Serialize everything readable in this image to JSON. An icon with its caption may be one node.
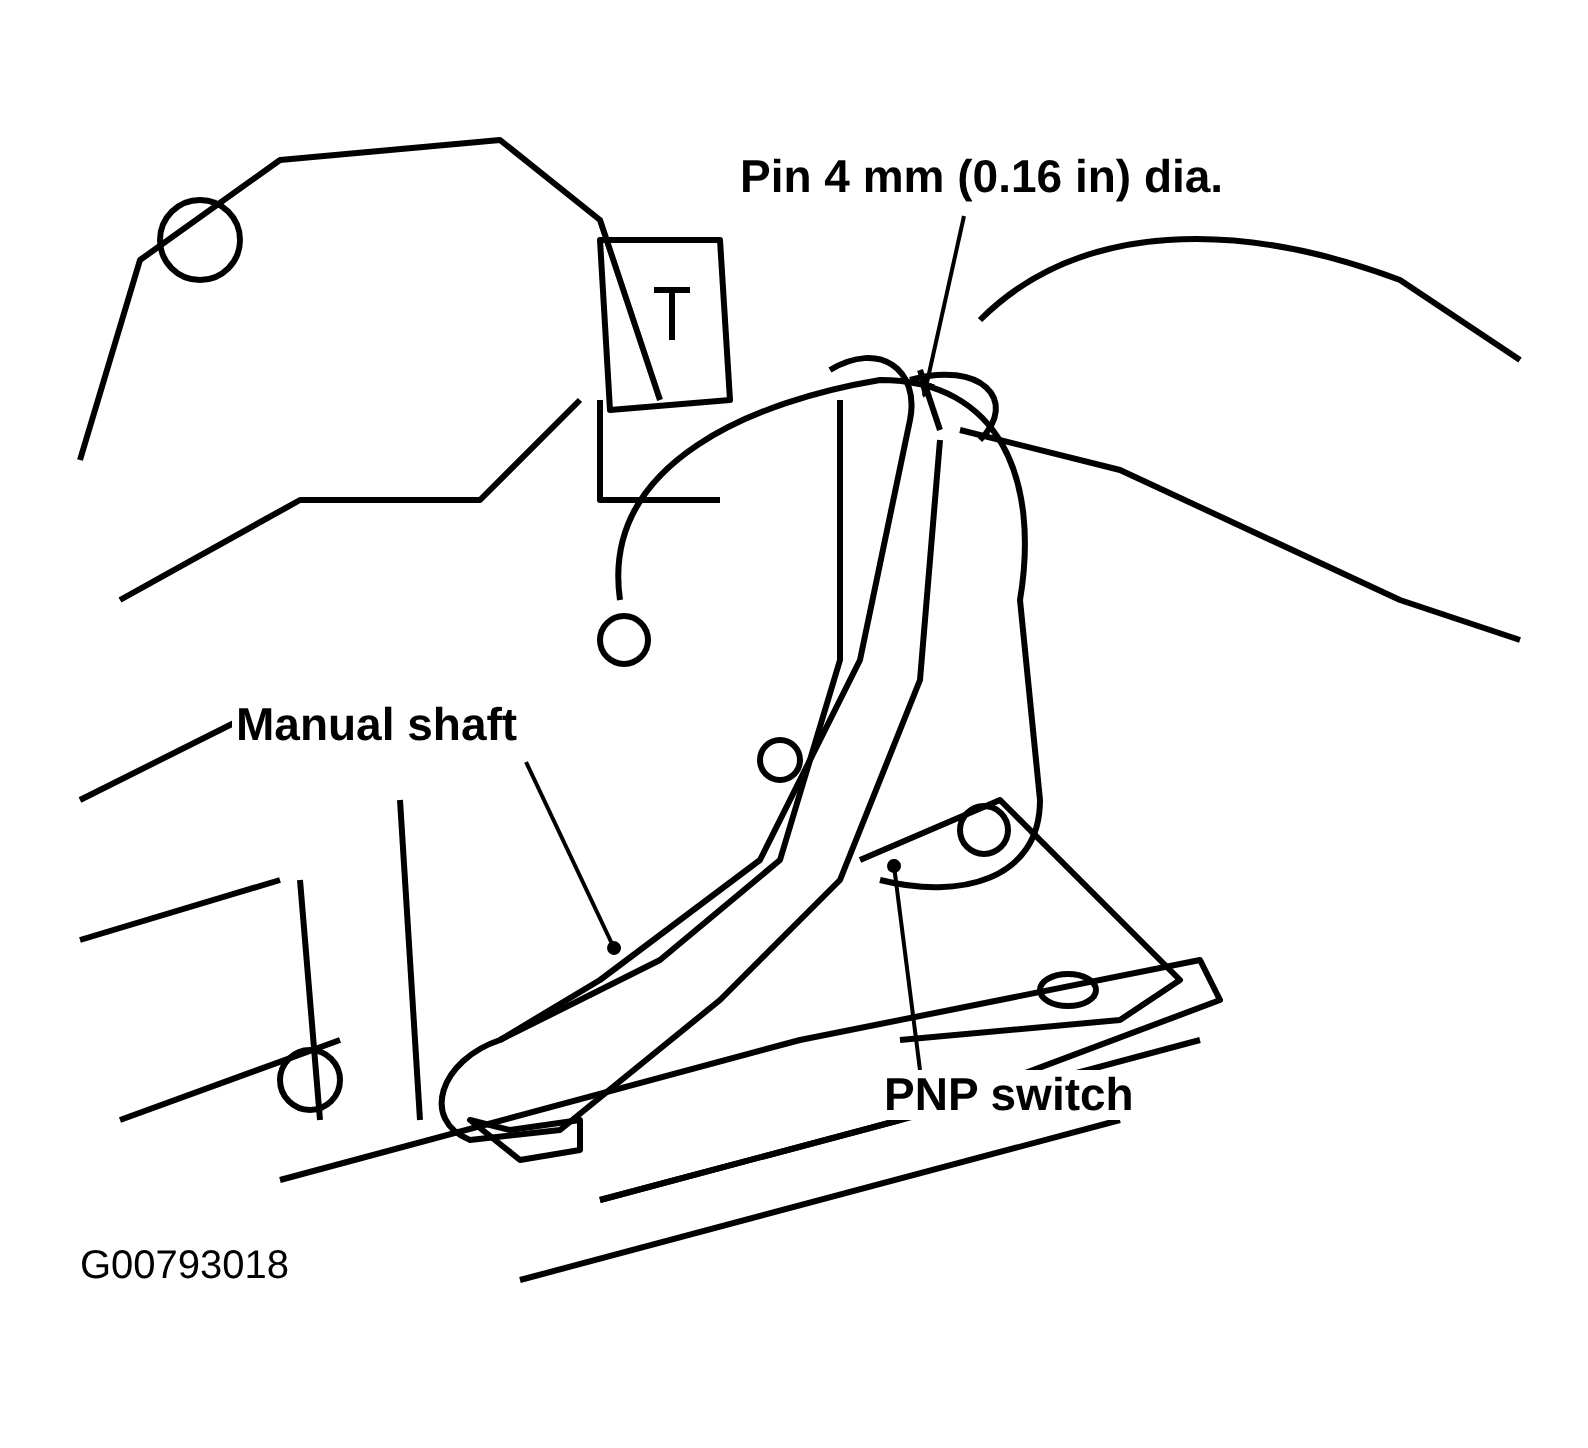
{
  "diagram": {
    "nodes": [
      {
        "text": [
          "Pin 4 mm (0.16 in) dia."
        ]
      },
      {
        "text": [
          "Manual shaft"
        ]
      },
      {
        "text": [
          "PNP switch"
        ]
      }
    ],
    "edges": [
      {
        "from": 0,
        "to": null,
        "arrow": "to"
      },
      {
        "from": 1,
        "to": null,
        "arrow": "other"
      },
      {
        "from": 2,
        "to": null,
        "arrow": "other"
      }
    ],
    "labels": [
      "G00793018"
    ]
  }
}
